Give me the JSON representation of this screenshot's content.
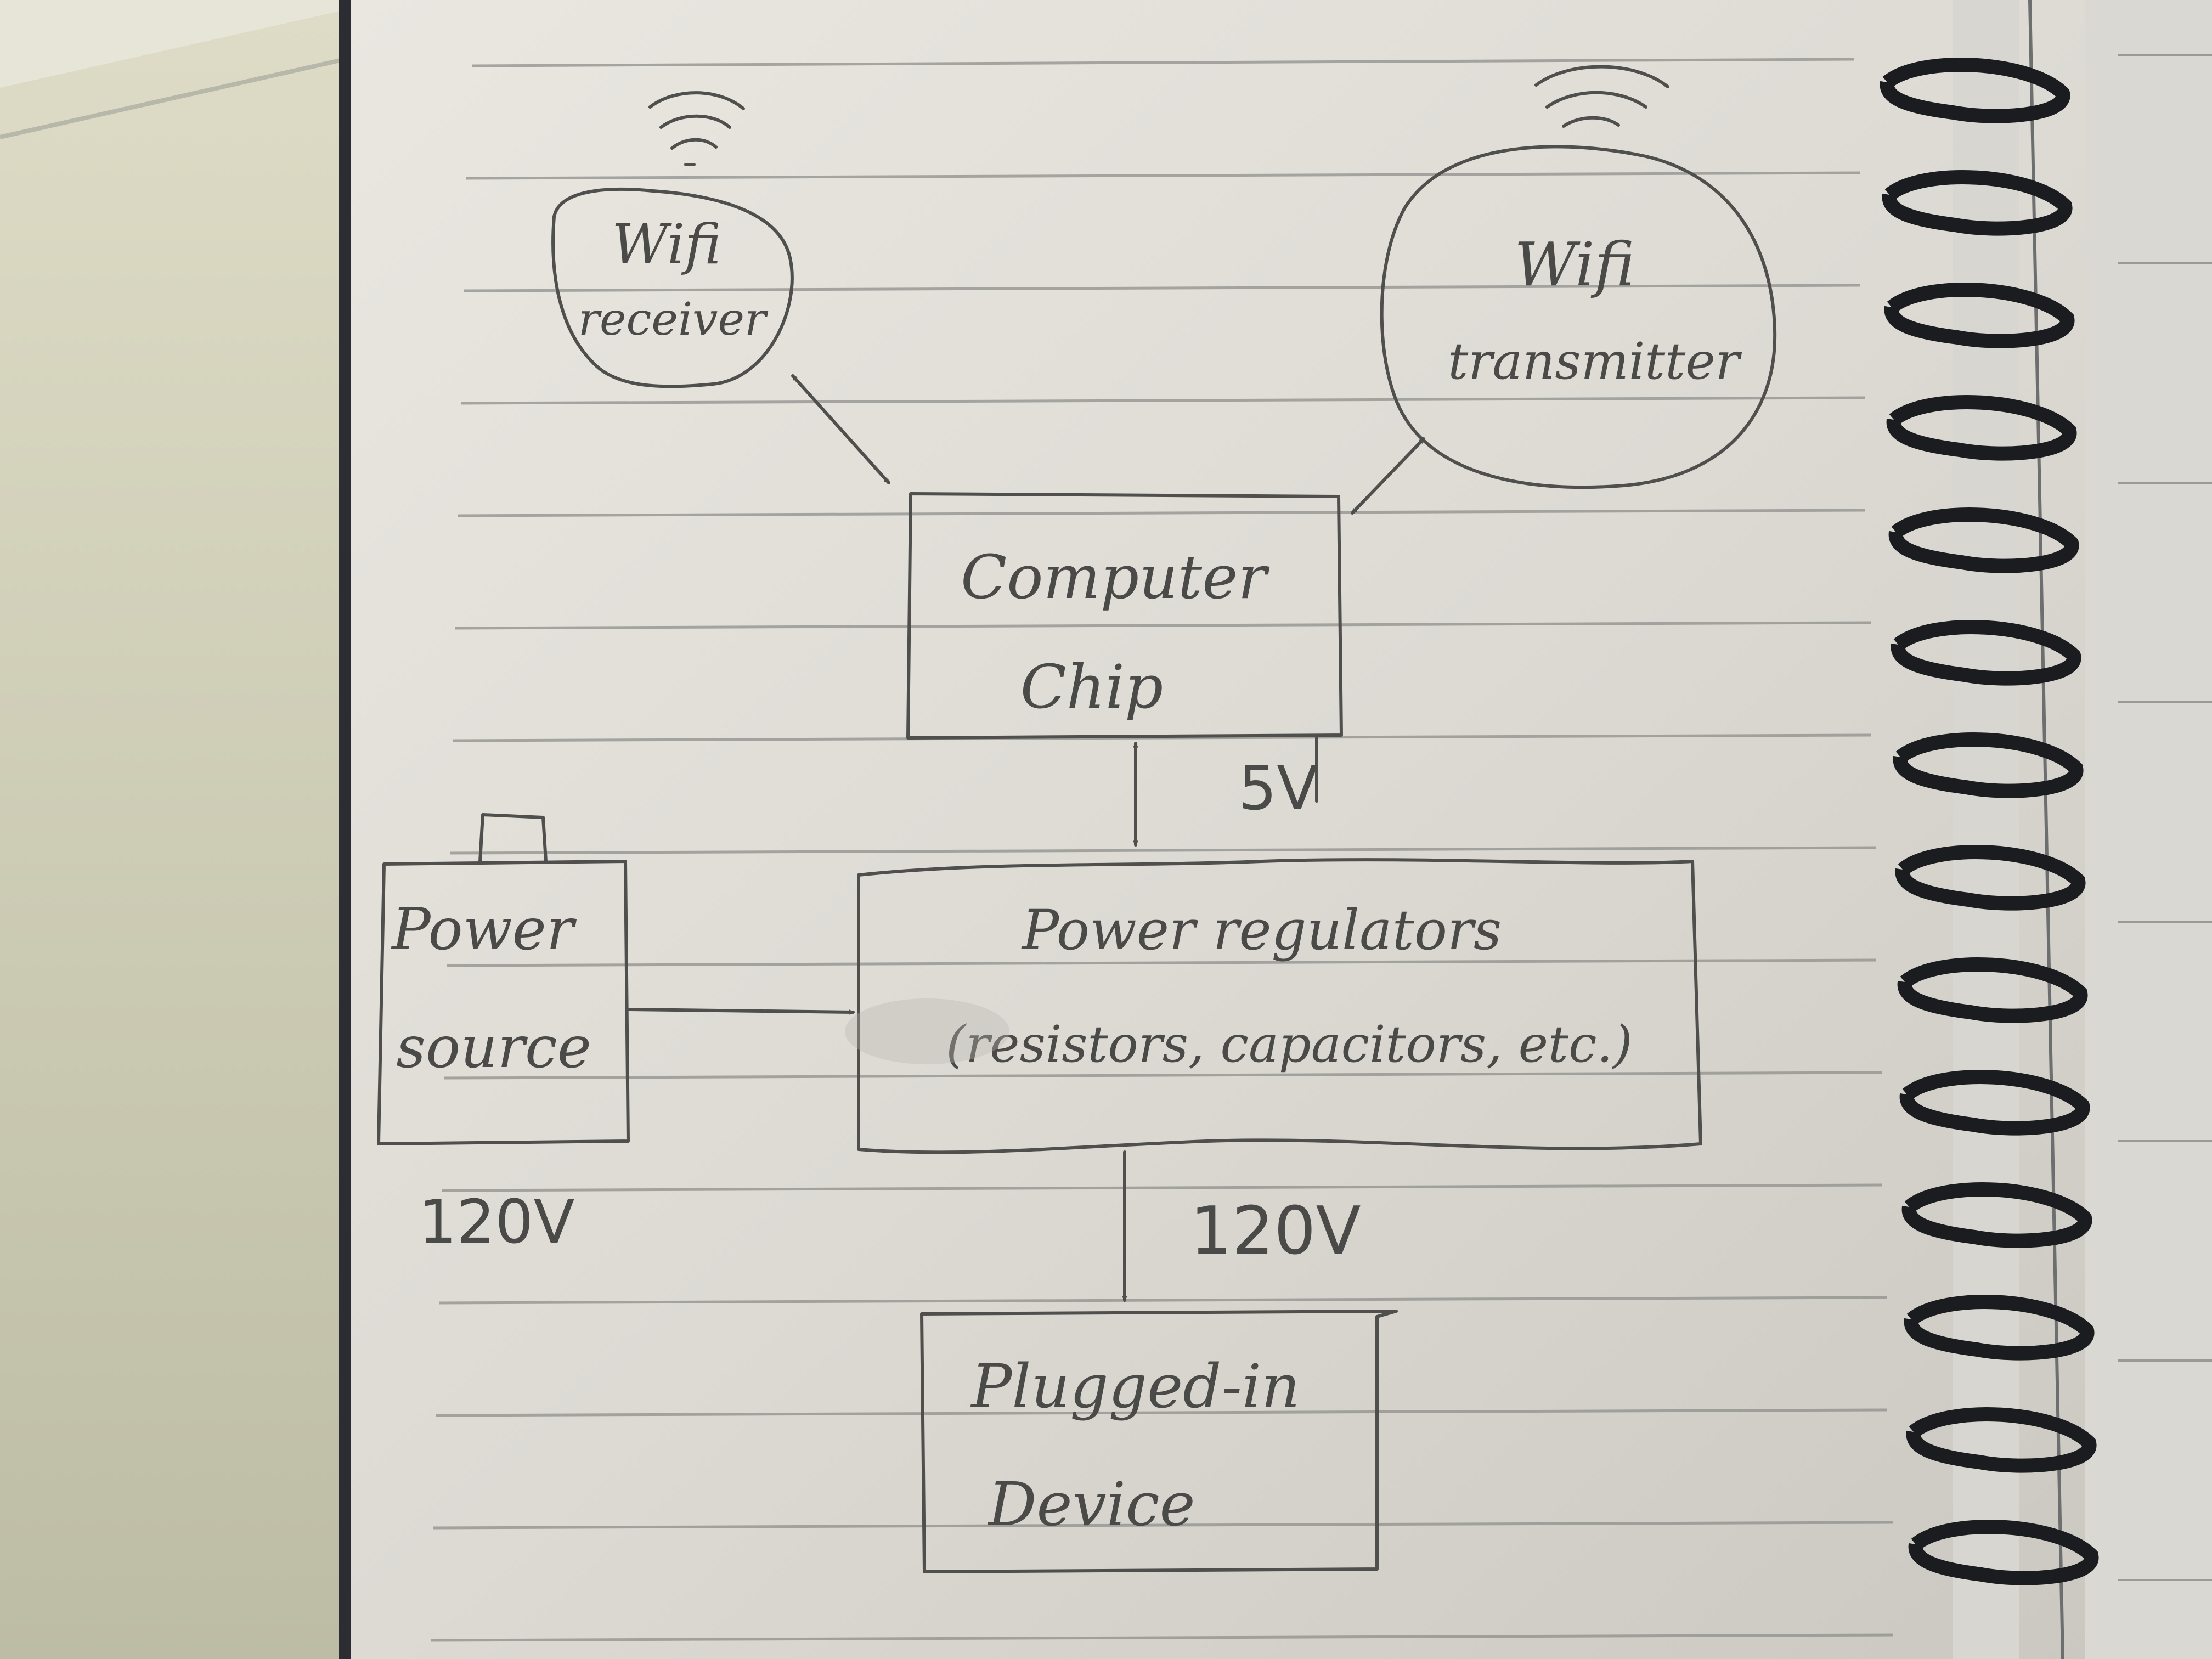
{
  "diagram": {
    "nodes": {
      "wifi_receiver": {
        "line1": "Wifi",
        "line2": "receiver"
      },
      "wifi_transmitter": {
        "line1": "Wifi",
        "line2": "transmitter"
      },
      "computer_chip": {
        "line1": "Computer",
        "line2": "Chip"
      },
      "power_source": {
        "line1": "Power",
        "line2": "source"
      },
      "power_regulators": {
        "line1": "Power regulators",
        "line2": "(resistors, capacitors, etc.)"
      },
      "plugged_in_device": {
        "line1": "Plugged-in",
        "line2": "Device"
      }
    },
    "labels": {
      "chip_voltage": "5V",
      "source_voltage": "120V",
      "output_voltage": "120V"
    },
    "edges": [
      {
        "from": "wifi_receiver",
        "to": "computer_chip",
        "direction": "both"
      },
      {
        "from": "wifi_transmitter",
        "to": "computer_chip",
        "direction": "both"
      },
      {
        "from": "computer_chip",
        "to": "power_regulators",
        "direction": "both"
      },
      {
        "from": "power_source",
        "to": "power_regulators",
        "direction": "forward"
      },
      {
        "from": "power_regulators",
        "to": "plugged_in_device",
        "direction": "forward"
      }
    ]
  }
}
